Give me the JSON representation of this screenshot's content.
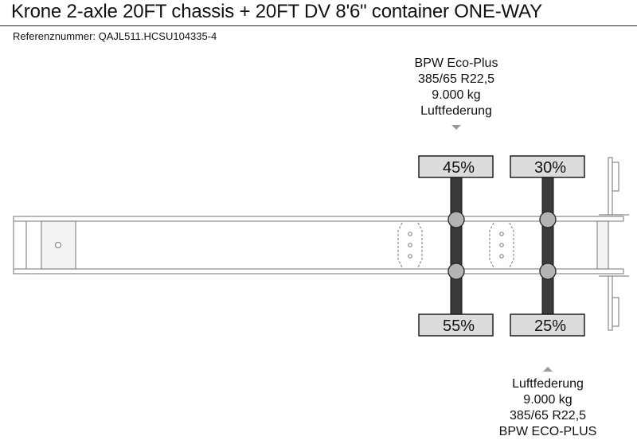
{
  "title": "Krone 2-axle 20FT chassis + 20FT DV 8'6\" container ONE-WAY",
  "reference": "Referenznummer: QAJL511.HCSU104335-4",
  "top_spec": {
    "line1": "BPW Eco-Plus",
    "line2": "385/65 R22,5",
    "line3": "9.000 kg",
    "line4": "Luftfederung"
  },
  "bottom_spec": {
    "line1": "Luftfederung",
    "line2": "9.000 kg",
    "line3": "385/65 R22,5",
    "line4": "BPW ECO-PLUS"
  },
  "axles": [
    {
      "top_pct": "45%",
      "bottom_pct": "55%"
    },
    {
      "top_pct": "30%",
      "bottom_pct": "25%"
    }
  ],
  "colors": {
    "frame_stroke": "#8a8a8a",
    "tire_fill": "#dcdcdc",
    "axle_fill": "#3a3a3a",
    "hub_fill": "#b4b4b4"
  }
}
